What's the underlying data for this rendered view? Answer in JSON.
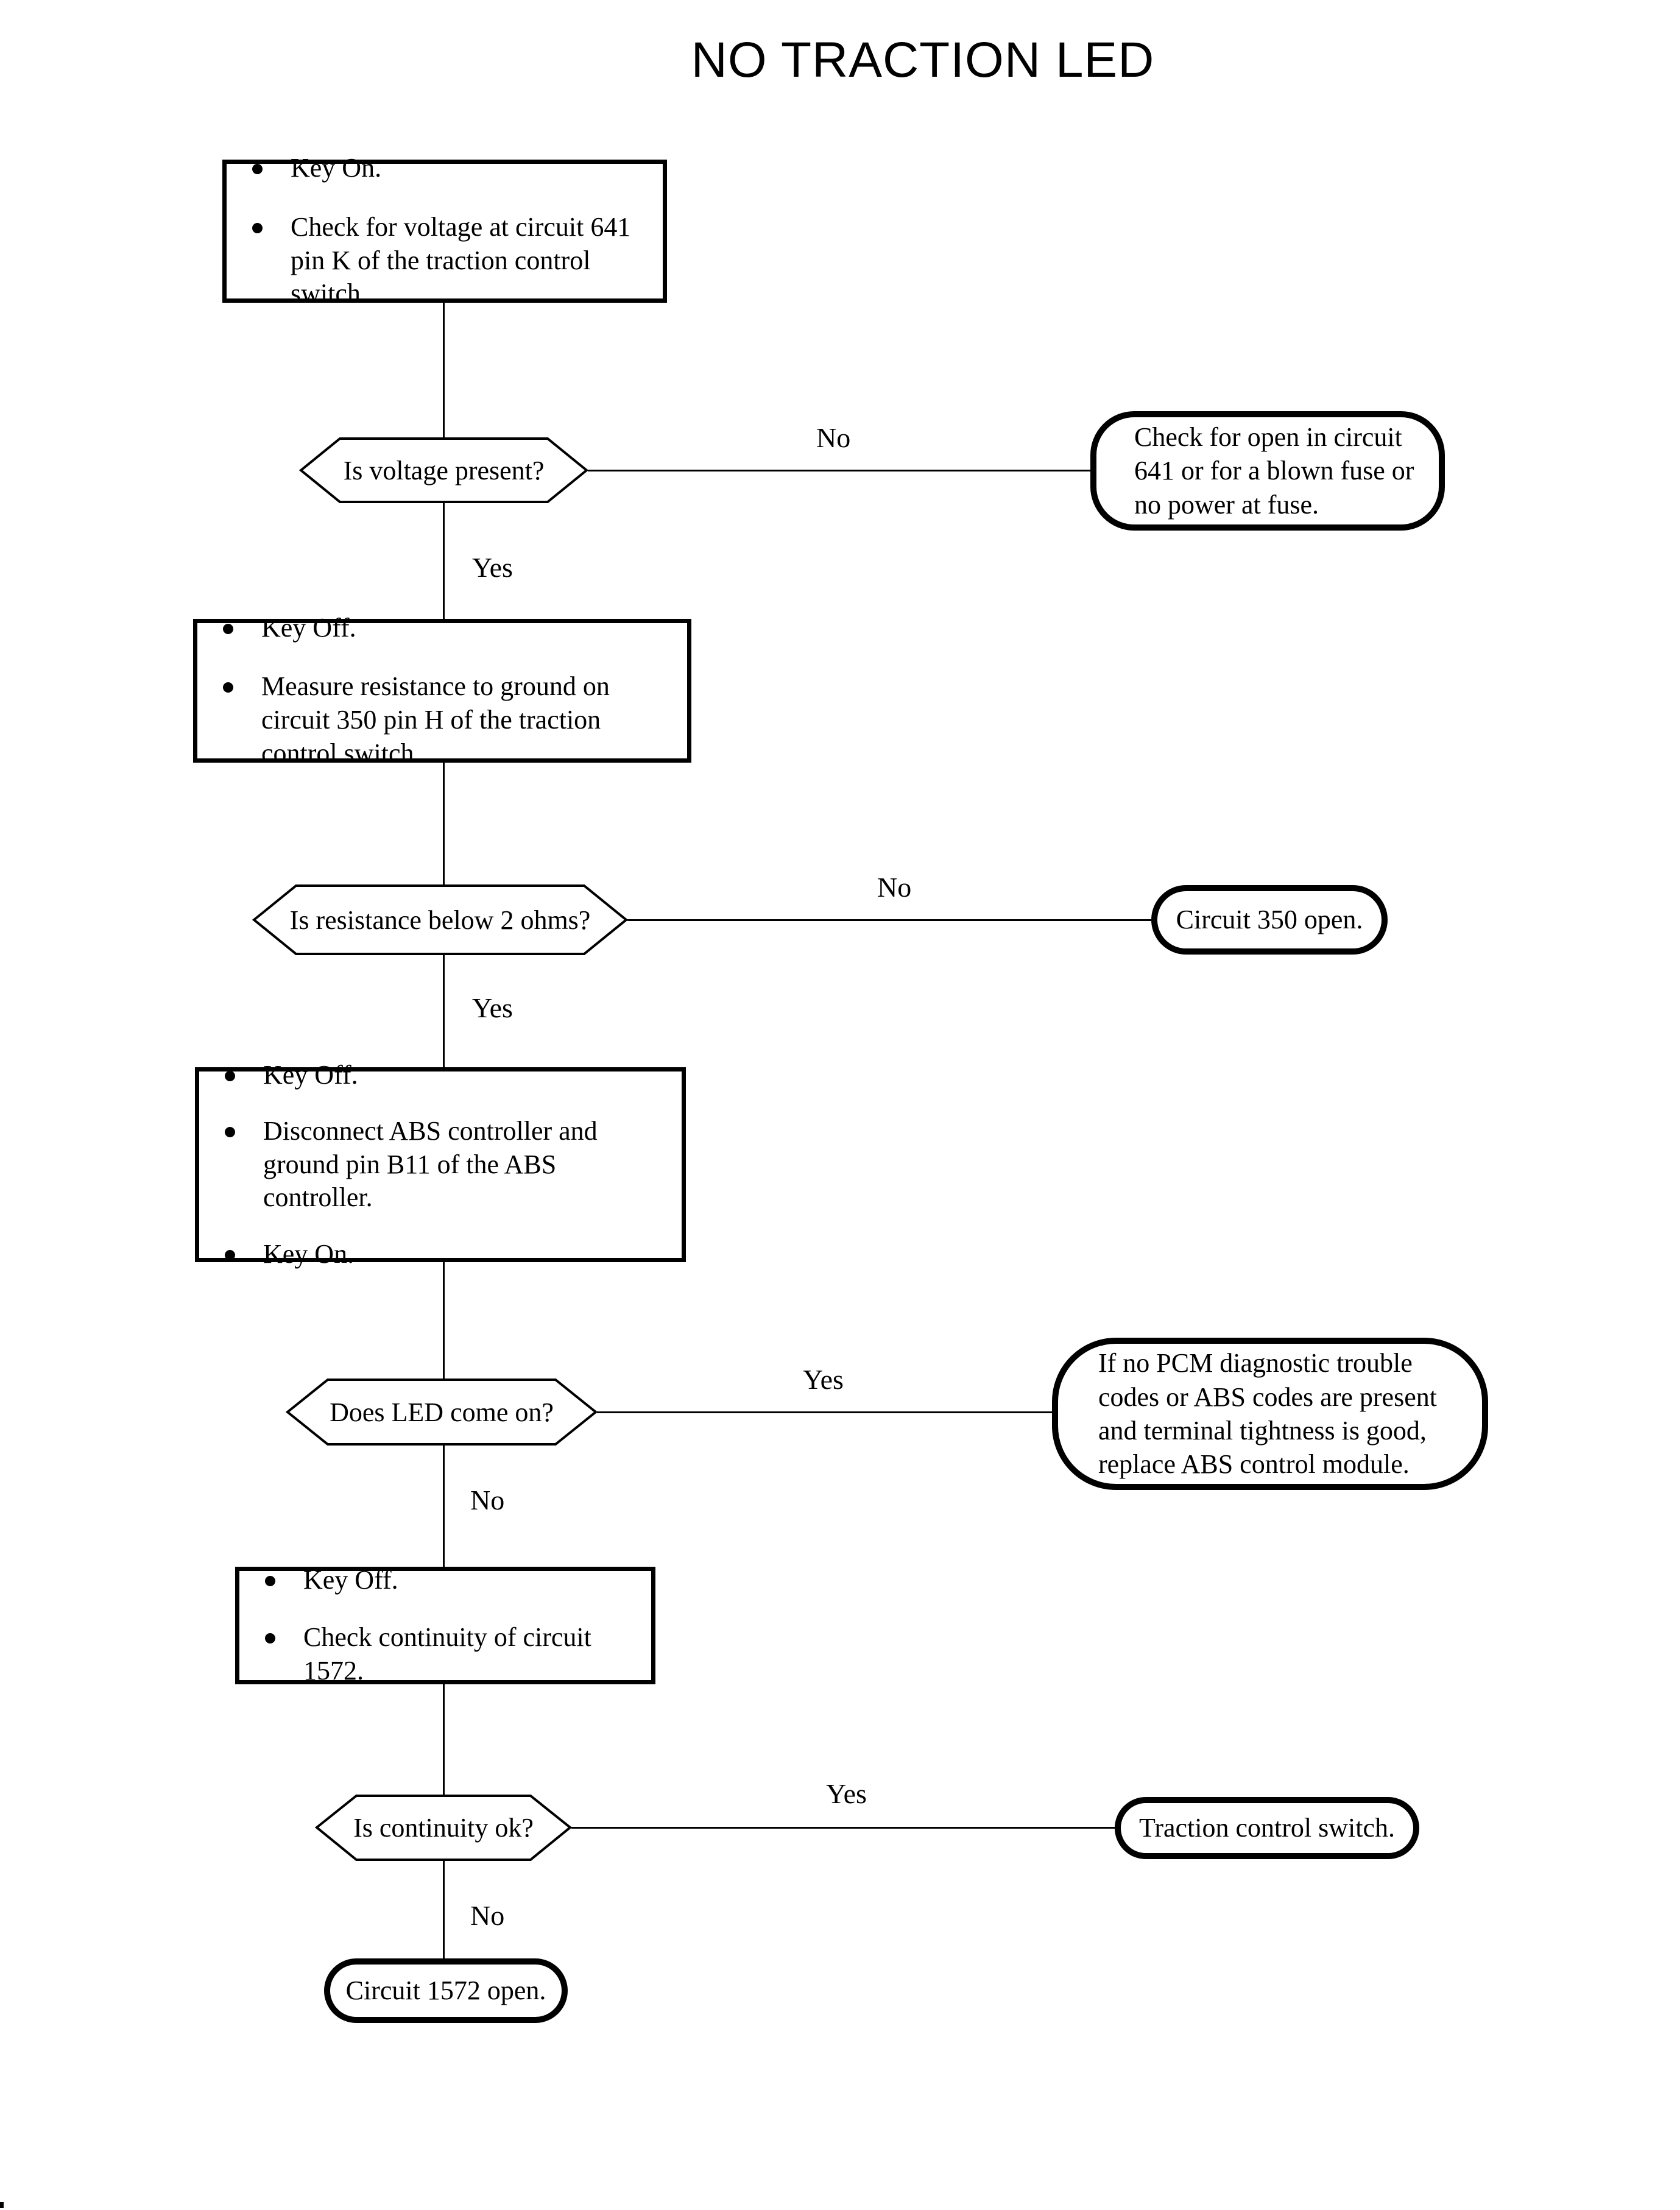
{
  "title": "NO TRACTION LED",
  "flow": {
    "steps": [
      {
        "bullets": [
          "Key On.",
          "Check for voltage at circuit 641 pin K of the traction control switch."
        ]
      },
      {
        "bullets": [
          "Key Off.",
          "Measure resistance to ground on circuit 350 pin H of the traction control switch."
        ]
      },
      {
        "bullets": [
          "Key Off.",
          "Disconnect ABS controller and ground pin B11 of the ABS controller.",
          "Key On."
        ]
      },
      {
        "bullets": [
          "Key Off.",
          "Check continuity of circuit 1572."
        ]
      }
    ],
    "decisions": [
      {
        "question": "Is voltage present?",
        "right_label": "No",
        "down_label": "Yes"
      },
      {
        "question": "Is resistance below 2 ohms?",
        "right_label": "No",
        "down_label": "Yes"
      },
      {
        "question": "Does LED come on?",
        "right_label": "Yes",
        "down_label": "No"
      },
      {
        "question": "Is continuity ok?",
        "right_label": "Yes",
        "down_label": "No"
      }
    ],
    "terminals": [
      {
        "text": "Check for open in circuit 641 or for a blown fuse or no power at fuse."
      },
      {
        "text": "Circuit 350 open."
      },
      {
        "text": "If no PCM diagnostic trouble codes or ABS codes are present and terminal tightness is good, replace ABS control module."
      },
      {
        "text": "Traction control switch."
      },
      {
        "text": "Circuit 1572 open."
      }
    ]
  },
  "colors": {
    "line": "#000000",
    "background": "#ffffff"
  }
}
